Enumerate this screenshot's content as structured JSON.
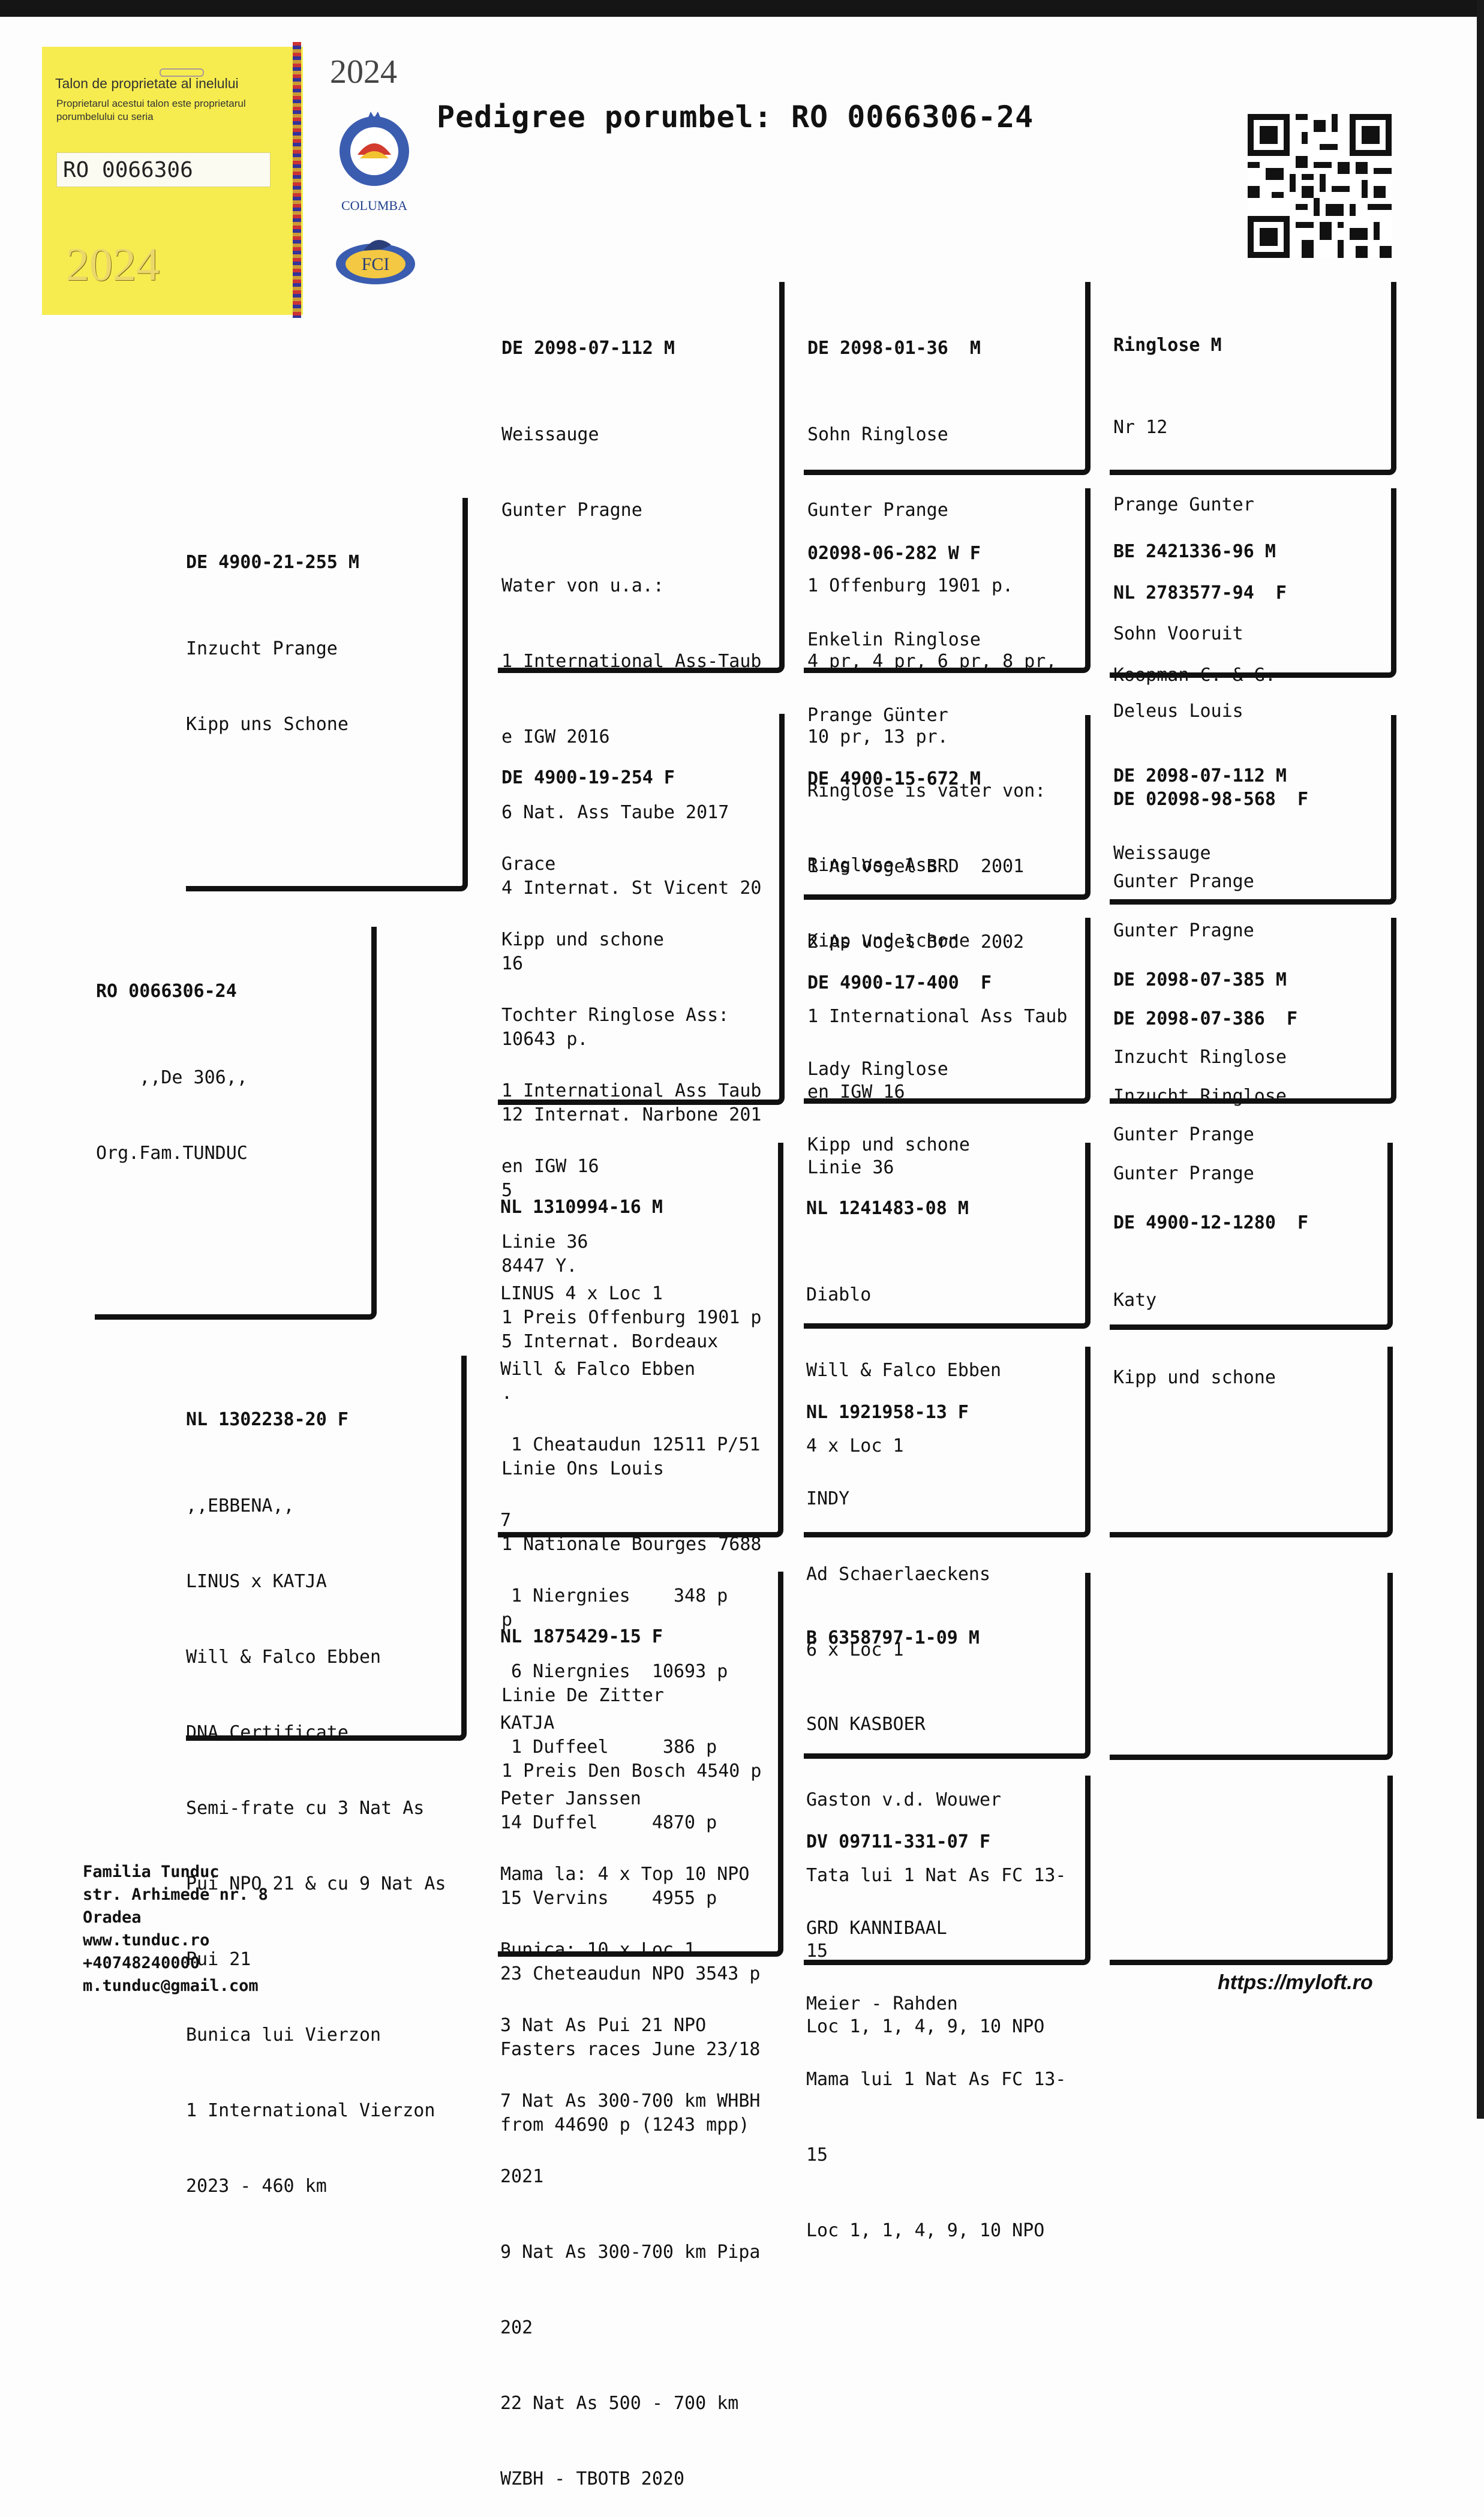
{
  "header": {
    "title": "Pedigree porumbel: RO 0066306-24",
    "year": "2024"
  },
  "talon": {
    "title": "Talon de proprietate al inelului",
    "text": "Proprietarul acestui talon este proprietarul porumbelului cu seria",
    "ring": "RO 0066306",
    "year": "2024"
  },
  "logos": {
    "columba": "COLUMBA"
  },
  "pigeons": {
    "subject": {
      "header": "RO 0066306-24",
      "lines": [
        "    ,,De 306,,",
        "Org.Fam.TUNDUC"
      ]
    },
    "sire": {
      "header": "DE 4900-21-255 M",
      "lines": [
        "Inzucht Prange",
        "Kipp uns Schone"
      ]
    },
    "dam": {
      "header": "NL 1302238-20 F",
      "lines": [
        ",,EBBENA,,",
        "LINUS x KATJA",
        "Will & Falco Ebben",
        "DNA Certificate",
        "Semi-frate cu 3 Nat As",
        "Pui NPO 21 & cu 9 Nat As",
        "Pui 21",
        "Bunica lui Vierzon",
        "1 International Vierzon",
        "2023 - 460 km"
      ]
    },
    "ss": {
      "header": "DE 2098-07-112 M",
      "lines": [
        "Weissauge",
        "Gunter Pragne",
        "Water von u.a.:",
        "1 International Ass-Taub",
        "e IGW 2016",
        "6 Nat. Ass Taube 2017",
        "4 Internat. St Vicent 20",
        "16",
        "10643 p.",
        "12 Internat. Narbone 201",
        "5",
        "8447 Y.",
        "5 Internat. Bordeaux"
      ]
    },
    "sd": {
      "header": "DE 4900-19-254 F",
      "lines": [
        "Grace",
        "Kipp und schone",
        "Tochter Ringlose Ass:",
        "1 International Ass Taub",
        "en IGW 16",
        "Linie 36",
        "1 Preis Offenburg 1901 p",
        ".",
        "Linie Ons Louis",
        "1 Nationale Bourges 7688",
        "p",
        "Linie De Zitter",
        "1 Preis Den Bosch 4540 p"
      ]
    },
    "ds": {
      "header": "NL 1310994-16 M",
      "lines": [
        "LINUS 4 x Loc 1",
        "Will & Falco Ebben",
        " 1 Cheataudun 12511 P/51",
        "7",
        " 1 Niergnies    348 p",
        " 6 Niergnies  10693 p",
        " 1 Duffeel     386 p",
        "14 Duffel     4870 p",
        "15 Vervins    4955 p",
        "23 Cheteaudun NPO 3543 p",
        "Fasters races June 23/18",
        "from 44690 p (1243 mpp)"
      ]
    },
    "dd": {
      "header": "NL 1875429-15 F",
      "lines": [
        "KATJA",
        "Peter Janssen",
        "Mama la: 4 x Top 10 NPO",
        "Bunica: 10 x Loc 1",
        "3 Nat As Pui 21 NPO",
        "7 Nat As 300-700 km WHBH",
        "2021",
        "9 Nat As 300-700 km Pipa",
        "202",
        "22 Nat As 500 - 700 km",
        "WZBH - TBOTB 2020"
      ]
    },
    "sss": {
      "header": "DE 2098-01-36  M",
      "lines": [
        "Sohn Ringlose",
        "Gunter Prange",
        "1 Offenburg 1901 p.",
        "4 pr, 4 pr, 6 pr, 8 pr,",
        "10 pr, 13 pr."
      ]
    },
    "ssd": {
      "header": "02098-06-282 W F",
      "lines": [
        "Enkelin Ringlose",
        "Prange Günter",
        "Ringlose is vater von:",
        "1 As Vogel BRD  2001",
        "2 As Vogel Brd  2002"
      ]
    },
    "sds": {
      "header": "DE 4900-15-672 M",
      "lines": [
        "Ringlose Ass",
        "Kipp und schone",
        "1 International Ass Taub",
        "en IGW 16",
        "Linie 36"
      ]
    },
    "sdd": {
      "header": "DE 4900-17-400  F",
      "lines": [
        "Lady Ringlose",
        "Kipp und schone"
      ]
    },
    "dss": {
      "header": "NL 1241483-08 M",
      "lines": [
        "Diablo",
        "Will & Falco Ebben",
        "4 x Loc 1"
      ]
    },
    "dsd": {
      "header": "NL 1921958-13 F",
      "lines": [
        "INDY",
        "Ad Schaerlaeckens",
        "6 x Loc 1"
      ]
    },
    "dds": {
      "header": "B 6358797-1-09 M",
      "lines": [
        "SON KASBOER",
        "Gaston v.d. Wouwer",
        "Tata lui 1 Nat As FC 13-",
        "15",
        "Loc 1, 1, 4, 9, 10 NPO"
      ]
    },
    "ddd": {
      "header": "DV 09711-331-07 F",
      "lines": [
        "GRD KANNIBAAL",
        "Meier - Rahden",
        "Mama lui 1 Nat As FC 13-",
        "15",
        "Loc 1, 1, 4, 9, 10 NPO"
      ]
    },
    "g4a": {
      "header": "Ringlose M",
      "lines": [
        "Nr 12",
        "Prange Gunter"
      ],
      "header2": "NL 2783577-94  F",
      "lines2": [
        "Koopman C. & G."
      ]
    },
    "g4b": {
      "header": "BE 2421336-96 M",
      "lines": [
        "Sohn Vooruit",
        "Deleus Louis"
      ],
      "header2": "DE 02098-98-568  F",
      "lines2": [
        "Gunter Prange"
      ]
    },
    "g4c": {
      "header": "DE 2098-07-112 M",
      "lines": [
        "Weissauge",
        "Gunter Pragne"
      ],
      "header2": "DE 2098-07-386  F",
      "lines2": [
        "Inzucht Ringlose",
        "Gunter Prange"
      ]
    },
    "g4d": {
      "header": "DE 2098-07-385 M",
      "lines": [
        "Inzucht Ringlose",
        "Gunter Prange"
      ],
      "header2": "DE 4900-12-1280  F",
      "lines2": [
        "Katy",
        "Kipp und schone"
      ]
    }
  },
  "footer": {
    "name": "Familia Tunduc",
    "street": "str. Arhimede nr. 8",
    "city": "Oradea",
    "web": "www.tunduc.ro",
    "phone": "+40748240000",
    "email": "m.tunduc@gmail.com",
    "site": "https://myloft.ro"
  }
}
